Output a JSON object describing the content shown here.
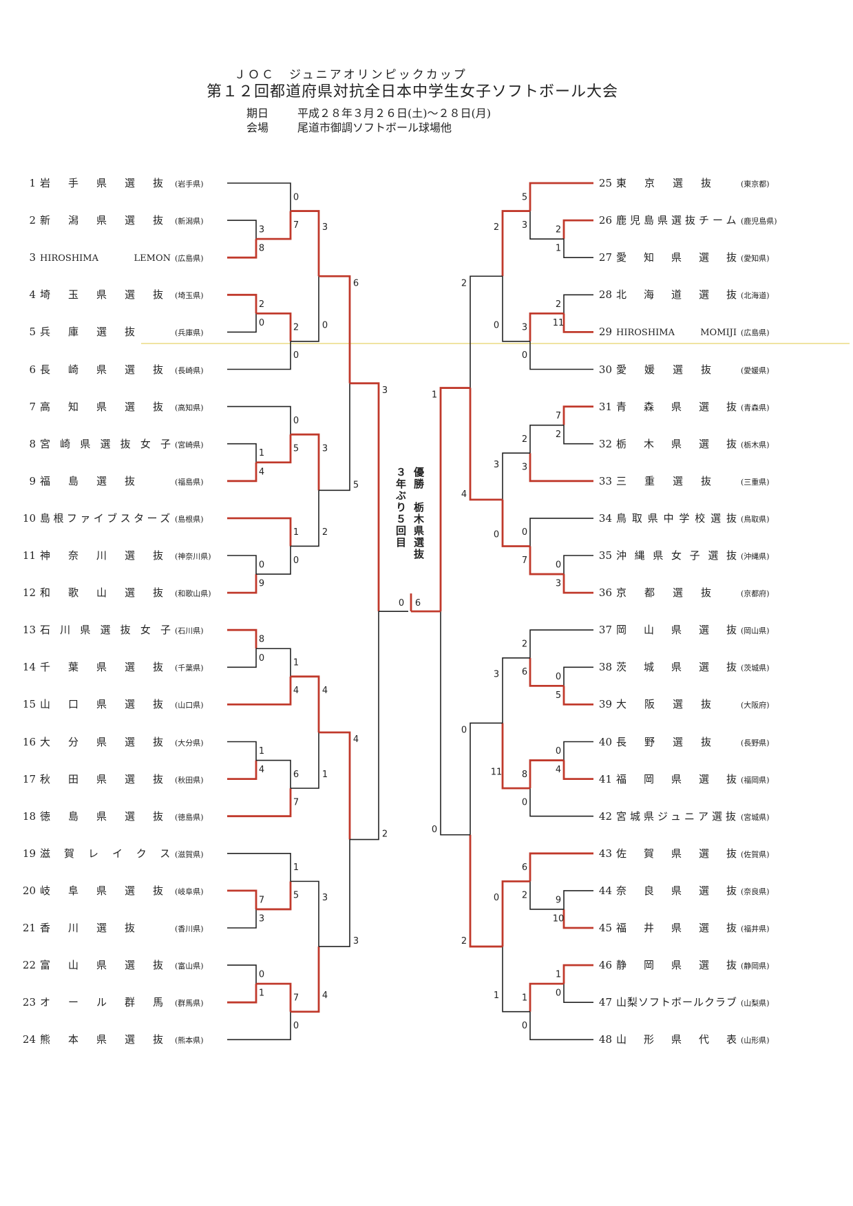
{
  "header": {
    "subtitle": "ＪＯＣ　ジュニアオリンピックカップ",
    "title": "第１２回都道府県対抗全日本中学生女子ソフトボール大会",
    "date_label": "期日",
    "date_value": "平成２８年３月２６日(土)～２８日(月)",
    "venue_label": "会場",
    "venue_value": "尾道市御調ソフトボール球場他"
  },
  "champion": {
    "line1": "優勝　栃木県選抜",
    "line2": "３年ぶり５回目"
  },
  "left_teams": [
    {
      "no": "1",
      "name": "岩手県選抜",
      "pref": "(岩手県)"
    },
    {
      "no": "2",
      "name": "新潟県選抜",
      "pref": "(新潟県)"
    },
    {
      "no": "3",
      "name": "HIROSHIMA LEMON",
      "pref": "(広島県)"
    },
    {
      "no": "4",
      "name": "埼玉県選抜",
      "pref": "(埼玉県)"
    },
    {
      "no": "5",
      "name": "兵庫選抜",
      "pref": "(兵庫県)"
    },
    {
      "no": "6",
      "name": "長崎県選抜",
      "pref": "(長崎県)"
    },
    {
      "no": "7",
      "name": "高知県選抜",
      "pref": "(高知県)"
    },
    {
      "no": "8",
      "name": "宮崎県選抜女子",
      "pref": "(宮崎県)"
    },
    {
      "no": "9",
      "name": "福島選抜",
      "pref": "(福島県)"
    },
    {
      "no": "10",
      "name": "島根ファイブスターズ",
      "pref": "(島根県)"
    },
    {
      "no": "11",
      "name": "神奈川選抜",
      "pref": "(神奈川県)"
    },
    {
      "no": "12",
      "name": "和歌山選抜",
      "pref": "(和歌山県)"
    },
    {
      "no": "13",
      "name": "石川県選抜女子",
      "pref": "(石川県)"
    },
    {
      "no": "14",
      "name": "千葉県選抜",
      "pref": "(千葉県)"
    },
    {
      "no": "15",
      "name": "山口県選抜",
      "pref": "(山口県)"
    },
    {
      "no": "16",
      "name": "大分県選抜",
      "pref": "(大分県)"
    },
    {
      "no": "17",
      "name": "秋田県選抜",
      "pref": "(秋田県)"
    },
    {
      "no": "18",
      "name": "徳島県選抜",
      "pref": "(徳島県)"
    },
    {
      "no": "19",
      "name": "滋賀レイクス",
      "pref": "(滋賀県)"
    },
    {
      "no": "20",
      "name": "岐阜県選抜",
      "pref": "(岐阜県)"
    },
    {
      "no": "21",
      "name": "香川選抜",
      "pref": "(香川県)"
    },
    {
      "no": "22",
      "name": "富山県選抜",
      "pref": "(富山県)"
    },
    {
      "no": "23",
      "name": "オール群馬",
      "pref": "(群馬県)"
    },
    {
      "no": "24",
      "name": "熊本県選抜",
      "pref": "(熊本県)"
    }
  ],
  "right_teams": [
    {
      "no": "25",
      "name": "東京選抜",
      "pref": "(東京都)"
    },
    {
      "no": "26",
      "name": "鹿児島県選抜チーム",
      "pref": "(鹿児島県)"
    },
    {
      "no": "27",
      "name": "愛知県選抜",
      "pref": "(愛知県)"
    },
    {
      "no": "28",
      "name": "北海道選抜",
      "pref": "(北海道)"
    },
    {
      "no": "29",
      "name": "HIROSHIMA MOMIJI",
      "pref": "(広島県)"
    },
    {
      "no": "30",
      "name": "愛媛選抜",
      "pref": "(愛媛県)"
    },
    {
      "no": "31",
      "name": "青森県選抜",
      "pref": "(青森県)"
    },
    {
      "no": "32",
      "name": "栃木県選抜",
      "pref": "(栃木県)"
    },
    {
      "no": "33",
      "name": "三重選抜",
      "pref": "(三重県)"
    },
    {
      "no": "34",
      "name": "鳥取県中学校選抜",
      "pref": "(鳥取県)"
    },
    {
      "no": "35",
      "name": "沖縄県女子選抜",
      "pref": "(沖縄県)"
    },
    {
      "no": "36",
      "name": "京都選抜",
      "pref": "(京都府)"
    },
    {
      "no": "37",
      "name": "岡山県選抜",
      "pref": "(岡山県)"
    },
    {
      "no": "38",
      "name": "茨城県選抜",
      "pref": "(茨城県)"
    },
    {
      "no": "39",
      "name": "大阪選抜",
      "pref": "(大阪府)"
    },
    {
      "no": "40",
      "name": "長野選抜",
      "pref": "(長野県)"
    },
    {
      "no": "41",
      "name": "福岡県選抜",
      "pref": "(福岡県)"
    },
    {
      "no": "42",
      "name": "宮城県ジュニア選抜",
      "pref": "(宮城県)"
    },
    {
      "no": "43",
      "name": "佐賀県選抜",
      "pref": "(佐賀県)"
    },
    {
      "no": "44",
      "name": "奈良県選抜",
      "pref": "(奈良県)"
    },
    {
      "no": "45",
      "name": "福井県選抜",
      "pref": "(福井県)"
    },
    {
      "no": "46",
      "name": "静岡県選抜",
      "pref": "(静岡県)"
    },
    {
      "no": "47",
      "name": "山梨ソフトボールクラブ",
      "pref": "(山梨県)"
    },
    {
      "no": "48",
      "name": "山形県代表",
      "pref": "(山形県)"
    }
  ],
  "colors": {
    "winner_line": "#c0392b",
    "loser_line": "#222222",
    "guide_line": "#e8d36a"
  },
  "left_groups": [
    {
      "teams": [
        1,
        2,
        3
      ],
      "r1": [
        "3",
        "8"
      ],
      "r2": [
        "0",
        "7"
      ],
      "winner": "lower"
    },
    {
      "teams": [
        4,
        5,
        6
      ],
      "r1": [
        "2",
        "0"
      ],
      "r2": [
        "2",
        "0"
      ],
      "winner": "upper"
    },
    {
      "teams": [
        7,
        8,
        9
      ],
      "r1": [
        "1",
        "4"
      ],
      "r2": [
        "0",
        "5"
      ],
      "winner": "lower"
    },
    {
      "teams": [
        10,
        11,
        12
      ],
      "r1": [
        "0",
        "9"
      ],
      "r2": [
        "1",
        "0"
      ],
      "winner": "upper"
    },
    {
      "teams": [
        13,
        14,
        15
      ],
      "r1": [
        "8",
        "0"
      ],
      "r2": [
        "1",
        "4"
      ],
      "winner": "lower"
    },
    {
      "teams": [
        16,
        17,
        18
      ],
      "r1": [
        "1",
        "4"
      ],
      "r2": [
        "6",
        "7"
      ],
      "winner": "lower"
    },
    {
      "teams": [
        19,
        20,
        21
      ],
      "r1": [
        "7",
        "3"
      ],
      "r2": [
        "1",
        "5"
      ],
      "winner": "lower"
    },
    {
      "teams": [
        22,
        23,
        24
      ],
      "r1": [
        "0",
        "1"
      ],
      "r2": [
        "7",
        "0"
      ],
      "winner": "upper"
    }
  ],
  "left_r3": [
    [
      "3",
      "0"
    ],
    [
      "3",
      "2"
    ],
    [
      "4",
      "1"
    ],
    [
      "3",
      "4"
    ]
  ],
  "left_r3_winner": [
    "upper",
    "upper",
    "upper",
    "lower"
  ],
  "left_r4": [
    [
      "6",
      "5"
    ],
    [
      "4",
      "3"
    ]
  ],
  "left_r4_winner": [
    "upper",
    "upper"
  ],
  "left_sf": [
    "3",
    "2"
  ],
  "left_sf_winner": "upper",
  "right_groups": [
    {
      "teams": [
        25,
        26,
        27
      ],
      "r1": [
        "2",
        "1"
      ],
      "r2": [
        "5",
        "3"
      ],
      "winner": "upper"
    },
    {
      "teams": [
        28,
        29,
        30
      ],
      "r1": [
        "2",
        "11"
      ],
      "r2": [
        "3",
        "0"
      ],
      "winner": "upper"
    },
    {
      "teams": [
        31,
        32,
        33
      ],
      "r1": [
        "7",
        "2"
      ],
      "r2": [
        "2",
        "3"
      ],
      "winner": "lower"
    },
    {
      "teams": [
        34,
        35,
        36
      ],
      "r1": [
        "0",
        "3"
      ],
      "r2": [
        "0",
        "7"
      ],
      "winner": "lower"
    },
    {
      "teams": [
        37,
        38,
        39
      ],
      "r1": [
        "0",
        "5"
      ],
      "r2": [
        "2",
        "6"
      ],
      "winner": "lower"
    },
    {
      "teams": [
        40,
        41,
        42
      ],
      "r1": [
        "0",
        "4"
      ],
      "r2": [
        "8",
        "0"
      ],
      "winner": "upper"
    },
    {
      "teams": [
        43,
        44,
        45
      ],
      "r1": [
        "9",
        "10"
      ],
      "r2": [
        "6",
        "2"
      ],
      "winner": "upper"
    },
    {
      "teams": [
        46,
        47,
        48
      ],
      "r1": [
        "1",
        "0"
      ],
      "r2": [
        "1",
        "0"
      ],
      "winner": "upper"
    }
  ],
  "right_r3": [
    [
      "2",
      "0"
    ],
    [
      "3",
      "0"
    ],
    [
      "3",
      "11"
    ],
    [
      "0",
      "1"
    ]
  ],
  "right_r3_winner": [
    "upper",
    "lower",
    "lower",
    "upper"
  ],
  "right_r4": [
    [
      "2",
      "4"
    ],
    [
      "0",
      "2"
    ]
  ],
  "right_r4_winner": [
    "lower",
    "lower"
  ],
  "right_sf": [
    "1",
    "0"
  ],
  "right_sf_winner": "upper",
  "final": [
    "0",
    "6"
  ],
  "final_winner": "right"
}
